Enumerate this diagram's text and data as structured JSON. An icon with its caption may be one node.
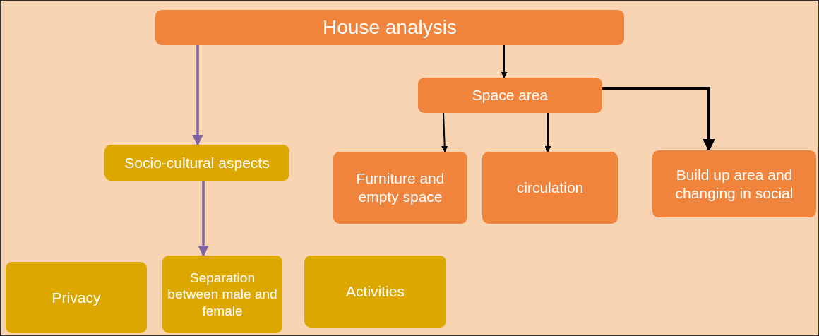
{
  "diagram": {
    "nodes": [
      {
        "text": [
          "House analysis"
        ]
      },
      {
        "text": [
          "Space area"
        ]
      },
      {
        "text": [
          "Socio-cultural aspects"
        ]
      },
      {
        "text": [
          "Furniture and empty space"
        ]
      },
      {
        "text": [
          "circulation"
        ]
      },
      {
        "text": [
          "Build up area and changing in social"
        ]
      },
      {
        "text": [
          "Privacy"
        ]
      },
      {
        "text": [
          "Separation between male and female"
        ]
      },
      {
        "text": [
          "Activities"
        ]
      }
    ],
    "edges": [
      {
        "from": 0,
        "to": 2,
        "arrow": "to",
        "color": "#8064a2"
      },
      {
        "from": 0,
        "to": 1,
        "arrow": "to"
      },
      {
        "from": 1,
        "to": 3,
        "arrow": "to"
      },
      {
        "from": 1,
        "to": 4,
        "arrow": "to"
      },
      {
        "from": 1,
        "to": 5,
        "arrow": "to",
        "style": "thick"
      },
      {
        "from": 2,
        "to": 7,
        "arrow": "to",
        "color": "#8064a2"
      }
    ]
  }
}
